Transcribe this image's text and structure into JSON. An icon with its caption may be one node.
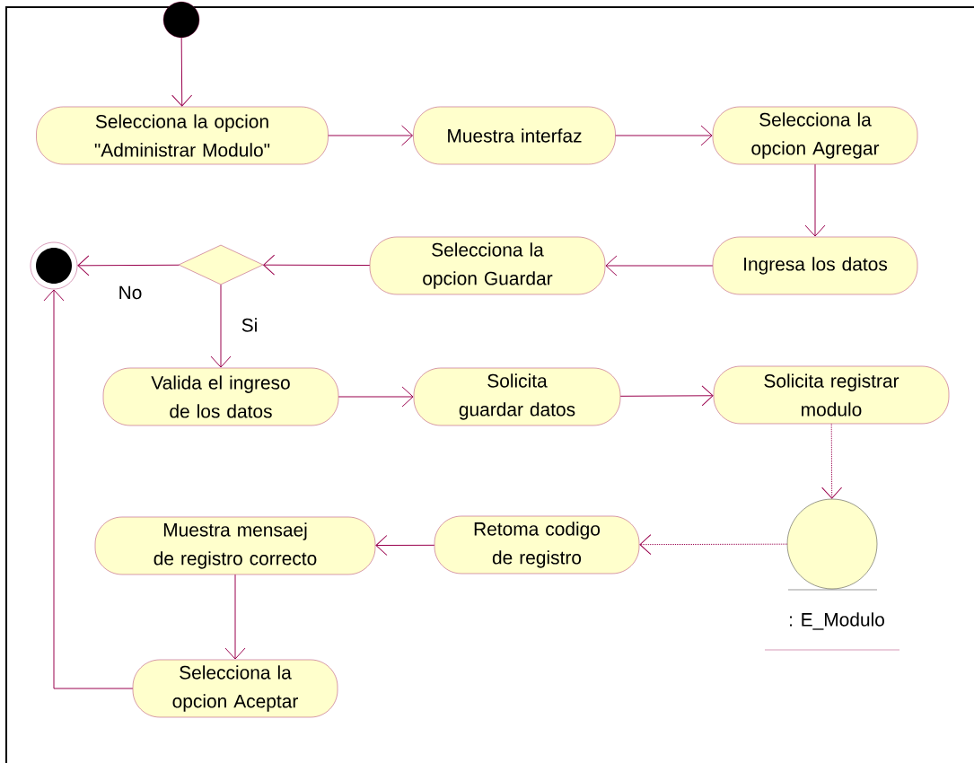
{
  "diagram": {
    "nodes": [
      {
        "text": [],
        "shape": "circle"
      },
      {
        "text": [
          "Selecciona la opcion \"Administrar Modulo\""
        ]
      },
      {
        "text": [
          "Muestra interfaz"
        ]
      },
      {
        "text": [
          "Selecciona la opcion Agregar"
        ]
      },
      {
        "text": [
          "Ingresa los datos"
        ]
      },
      {
        "text": [
          "Selecciona la opcion Guardar"
        ]
      },
      {
        "text": [],
        "shape": "diamond"
      },
      {
        "text": [],
        "shape": "circle"
      },
      {
        "text": [
          "Valida el ingreso de los datos"
        ]
      },
      {
        "text": [
          "Solicita guardar datos"
        ]
      },
      {
        "text": [
          "Solicita registrar modulo"
        ]
      },
      {
        "text": [],
        "shape": "circle",
        "beside": [
          ": E_Modulo"
        ]
      },
      {
        "text": [
          "Retoma codigo de registro"
        ]
      },
      {
        "text": [
          "Muestra mensaej de registro correcto"
        ]
      },
      {
        "text": [
          "Selecciona la opcion Aceptar"
        ]
      }
    ],
    "edges": [
      {
        "from": 0,
        "to": 1,
        "arrow": "to"
      },
      {
        "from": 1,
        "to": 2,
        "arrow": "to"
      },
      {
        "from": 2,
        "to": 3,
        "arrow": "to"
      },
      {
        "from": 3,
        "to": 4,
        "arrow": "to"
      },
      {
        "from": 4,
        "to": 5,
        "arrow": "to"
      },
      {
        "from": 5,
        "to": 6,
        "arrow": "to"
      },
      {
        "from": 6,
        "to": 7,
        "arrow": "to",
        "label": "No"
      },
      {
        "from": 6,
        "to": 8,
        "arrow": "to",
        "label": "Si"
      },
      {
        "from": 8,
        "to": 9,
        "arrow": "to"
      },
      {
        "from": 9,
        "to": 10,
        "arrow": "to"
      },
      {
        "from": 10,
        "to": 11,
        "arrow": "to",
        "style": "dashed"
      },
      {
        "from": 11,
        "to": 12,
        "arrow": "to",
        "style": "dashed"
      },
      {
        "from": 12,
        "to": 13,
        "arrow": "to"
      },
      {
        "from": 13,
        "to": 14,
        "arrow": "to"
      },
      {
        "from": 14,
        "to": 7,
        "arrow": "to"
      }
    ]
  }
}
